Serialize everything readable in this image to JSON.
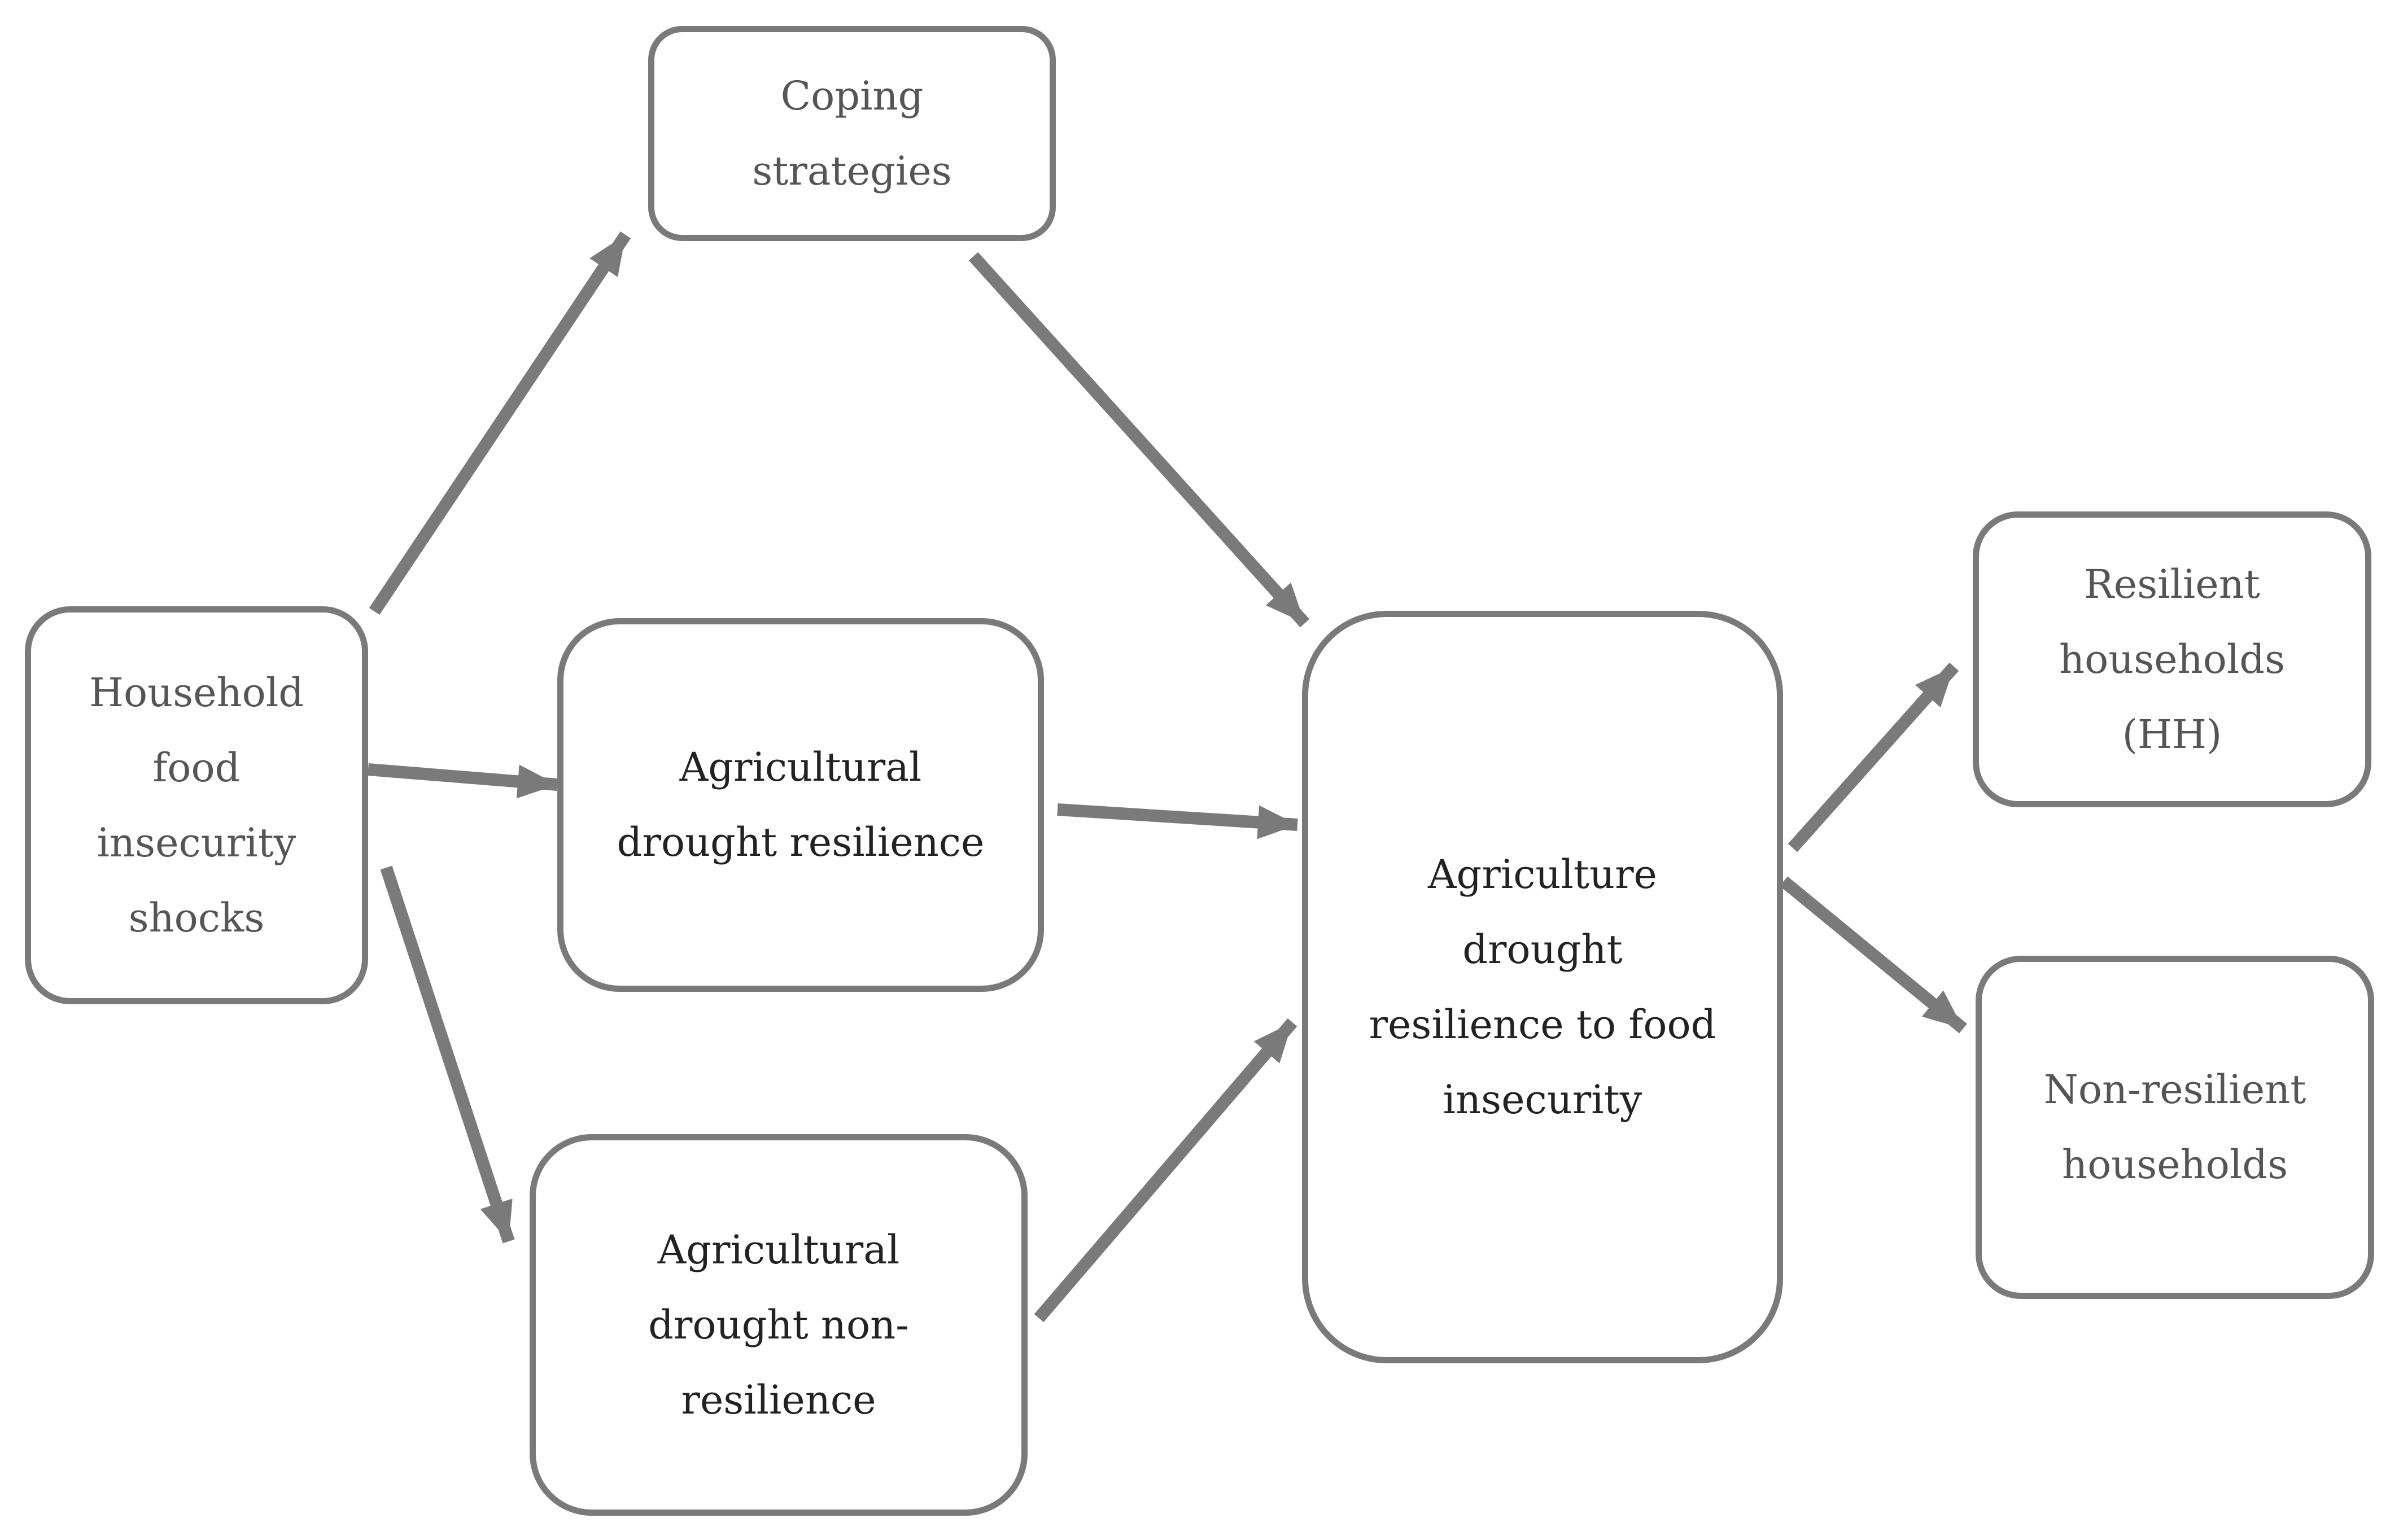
{
  "nodes": {
    "coping": {
      "lines": [
        "Coping",
        "strategies"
      ]
    },
    "shocks": {
      "lines": [
        "Household",
        "food",
        "insecurity",
        "shocks"
      ]
    },
    "resilience": {
      "lines": [
        "Agricultural",
        "drought resilience"
      ]
    },
    "non_resilience": {
      "lines": [
        "Agricultural",
        "drought non-",
        "resilience"
      ]
    },
    "central": {
      "lines": [
        "Agriculture",
        "drought",
        "resilience to food",
        "insecurity"
      ]
    },
    "resilient_hh": {
      "lines": [
        "Resilient",
        "households",
        "(HH)"
      ]
    },
    "non_resilient_hh": {
      "lines": [
        "Non-resilient",
        "households"
      ]
    }
  },
  "colors": {
    "border": "#7a7a7a",
    "arrow": "#7a7a7a",
    "text_dark": "#222222",
    "text_mid": "#555555"
  }
}
